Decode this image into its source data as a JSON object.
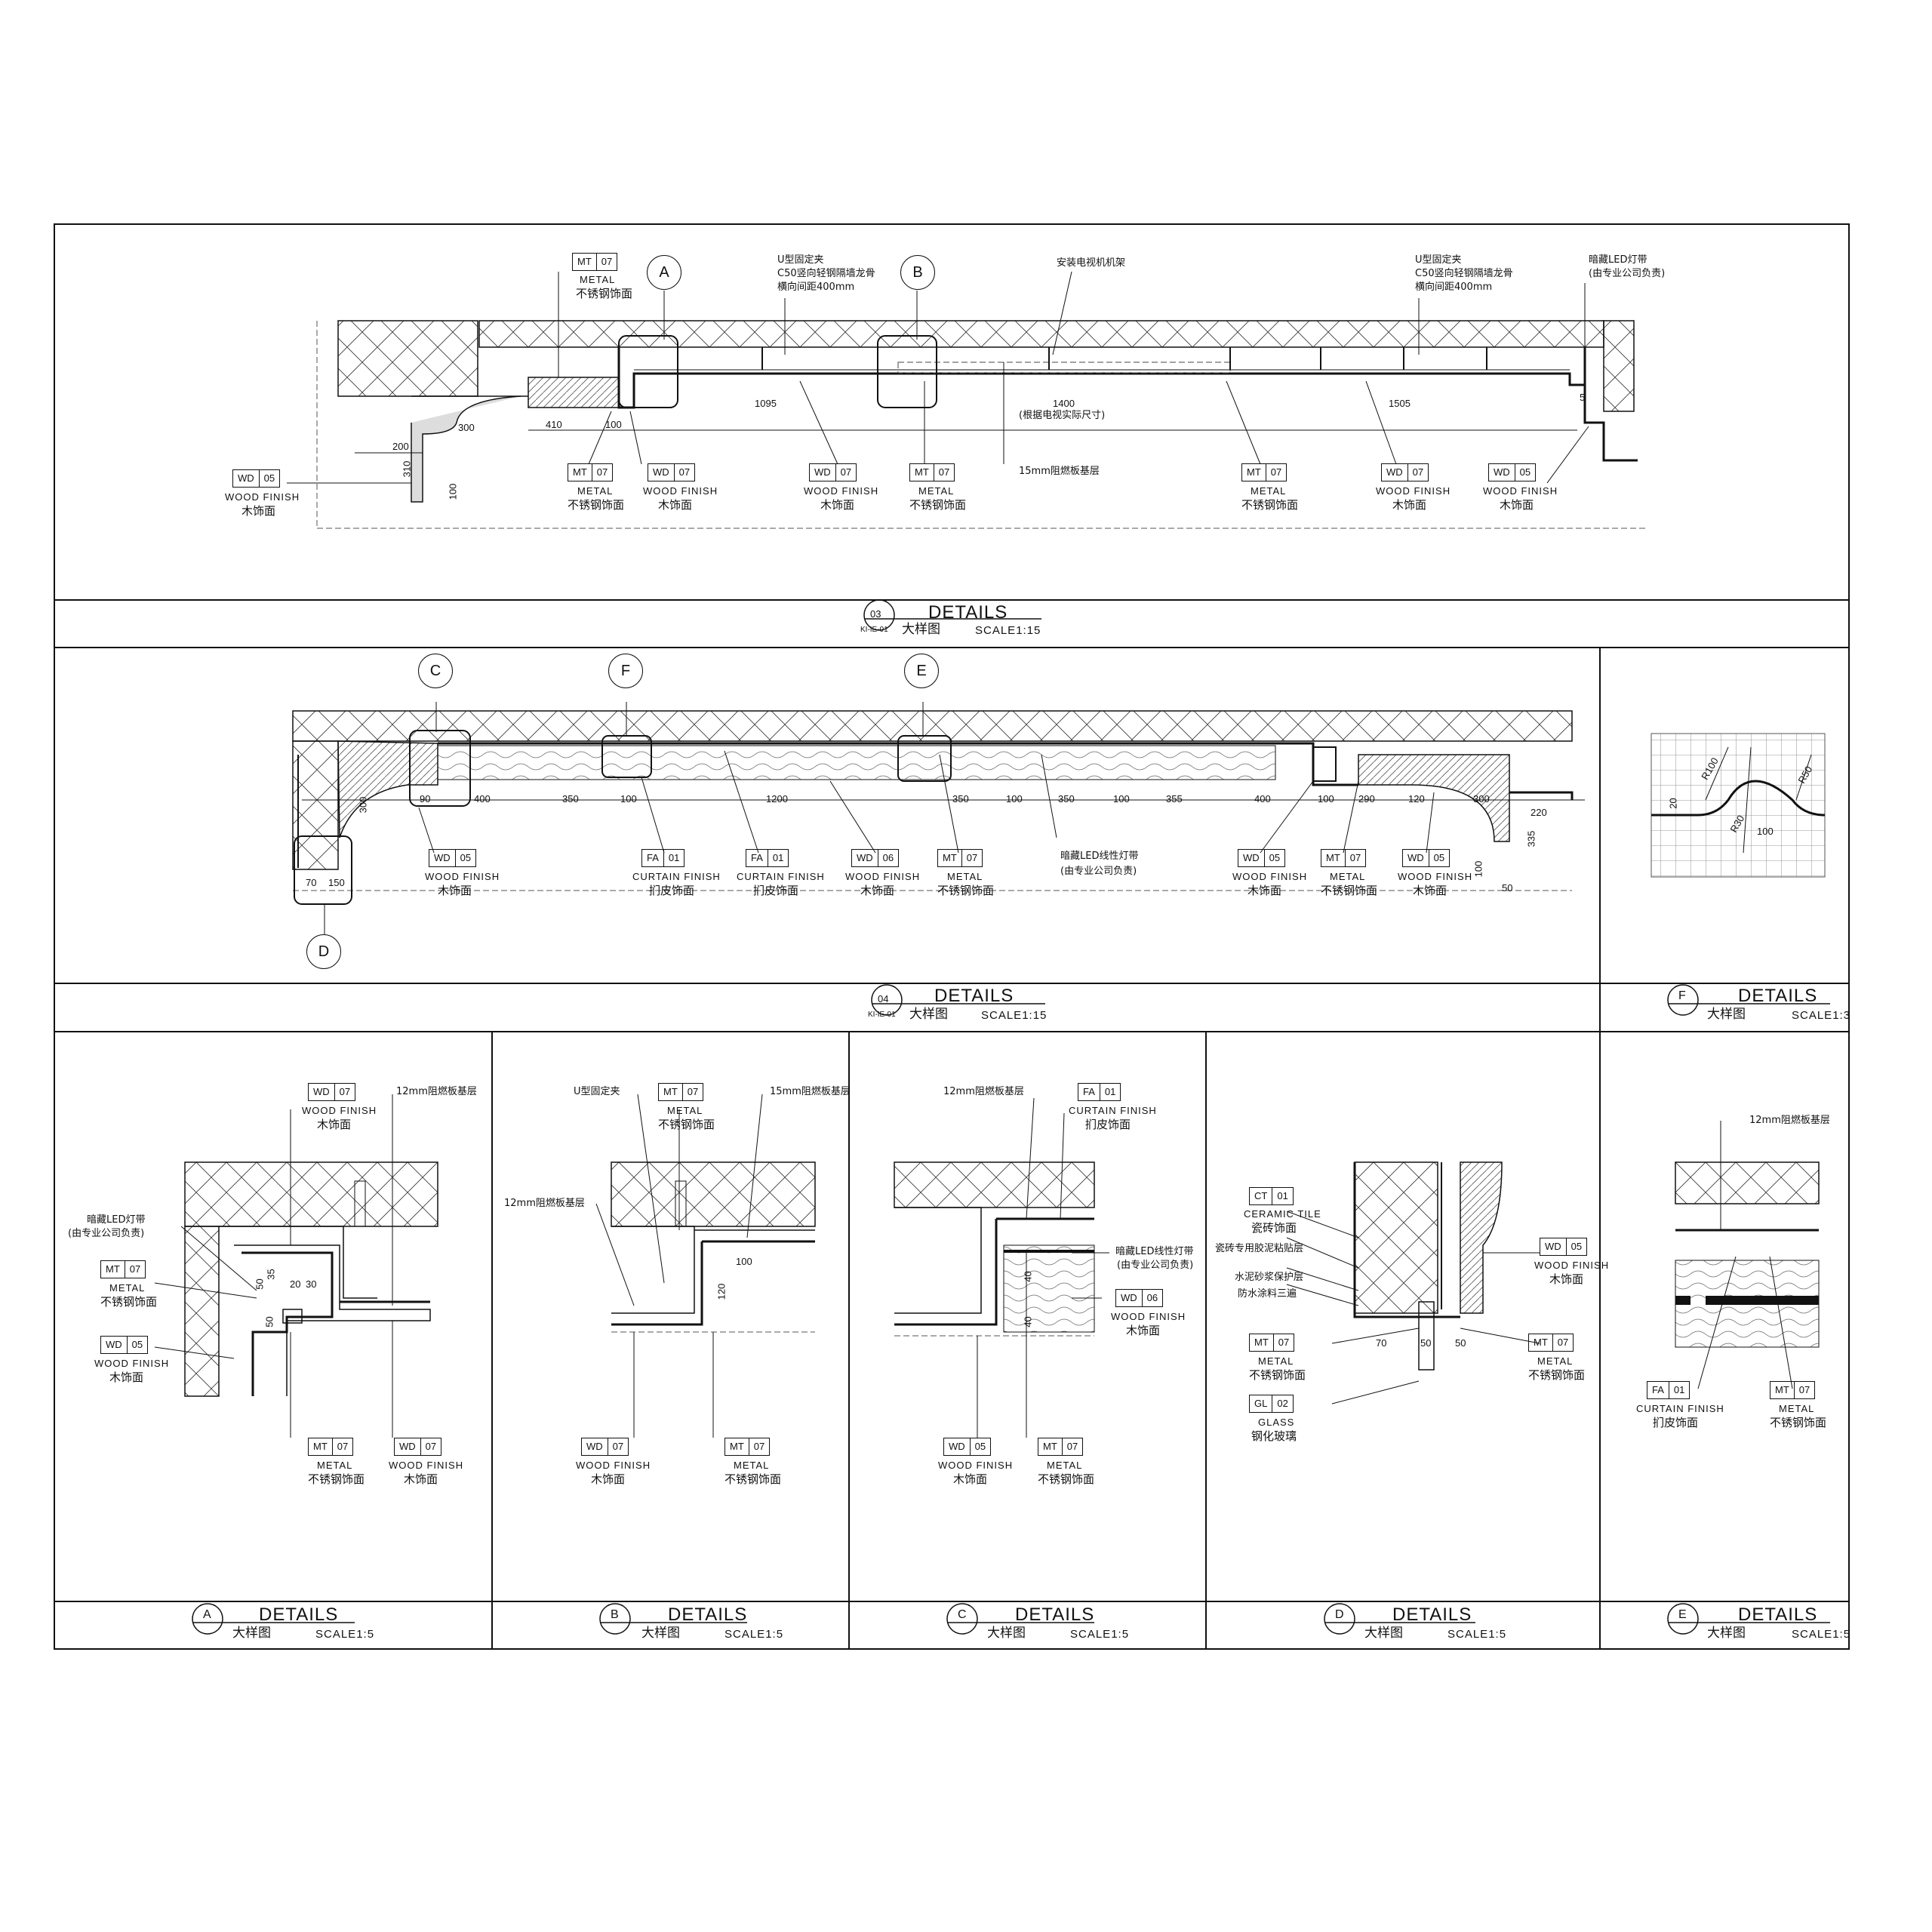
{
  "labels": {
    "mt": "MT",
    "wd": "WD",
    "fa": "FA",
    "ct": "CT",
    "gl": "GL",
    "n07": "07",
    "n05": "05",
    "n06": "06",
    "n01": "01",
    "n02": "02",
    "metal_en": "METAL",
    "metal_cn": "不锈钢饰面",
    "wood_en": "WOOD FINISH",
    "wood_cn": "木饰面",
    "curtain_en": "CURTAIN FINISH",
    "curtain_cn": "扪皮饰面",
    "ceramic_en": "CERAMIC TILE",
    "ceramic_cn": "瓷砖饰面",
    "glass_en": "GLASS",
    "glass_cn": "钢化玻璃"
  },
  "notes": {
    "u_clip": "U型固定夹",
    "stud": "C50竖向轻钢隔墙龙骨",
    "spacing": "横向间距400mm",
    "tv_mount": "安装电视机机架",
    "led_strip": "暗藏LED灯带",
    "by_vendor": "(由专业公司负责)",
    "tv_size": "(根据电视实际尺寸)",
    "board15": "15mm阻燃板基层",
    "board12": "12mm阻燃板基层",
    "led_line": "暗藏LED线性灯带",
    "tile_adhesive": "瓷砖专用胶泥粘贴层",
    "cement": "水泥砂浆保护层",
    "waterproof": "防水涂料三遍"
  },
  "dims_03": [
    "200",
    "310",
    "300",
    "100",
    "410",
    "100",
    "1095",
    "1400",
    "1505",
    "5"
  ],
  "dims_04": [
    "300",
    "90",
    "400",
    "350",
    "100",
    "1200",
    "350",
    "100",
    "350",
    "100",
    "355",
    "400",
    "100",
    "290",
    "120",
    "300",
    "220",
    "335",
    "100",
    "50",
    "70",
    "150"
  ],
  "dims_a": [
    "50",
    "20",
    "30",
    "35",
    "50"
  ],
  "dims_b": [
    "100",
    "120"
  ],
  "dims_c": [
    "40",
    "40"
  ],
  "dims_d": [
    "70",
    "50",
    "50"
  ],
  "dims_f": [
    "20",
    "R100",
    "R30",
    "R50",
    "100"
  ],
  "titles": {
    "t03": {
      "num": "03",
      "sheet": "KI-IE-01",
      "title": "DETAILS",
      "cn": "大样图",
      "scale": "SCALE1:15"
    },
    "t04": {
      "num": "04",
      "sheet": "KI-IE-01",
      "title": "DETAILS",
      "cn": "大样图",
      "scale": "SCALE1:15"
    },
    "tF": {
      "num": "F",
      "title": "DETAILS",
      "cn": "大样图",
      "scale": "SCALE1:3"
    },
    "tA": {
      "num": "A",
      "title": "DETAILS",
      "cn": "大样图",
      "scale": "SCALE1:5"
    },
    "tB": {
      "num": "B",
      "title": "DETAILS",
      "cn": "大样图",
      "scale": "SCALE1:5"
    },
    "tC": {
      "num": "C",
      "title": "DETAILS",
      "cn": "大样图",
      "scale": "SCALE1:5"
    },
    "tD": {
      "num": "D",
      "title": "DETAILS",
      "cn": "大样图",
      "scale": "SCALE1:5"
    },
    "tE": {
      "num": "E",
      "title": "DETAILS",
      "cn": "大样图",
      "scale": "SCALE1:5"
    }
  },
  "callouts": [
    "A",
    "B",
    "C",
    "F",
    "E",
    "D"
  ]
}
